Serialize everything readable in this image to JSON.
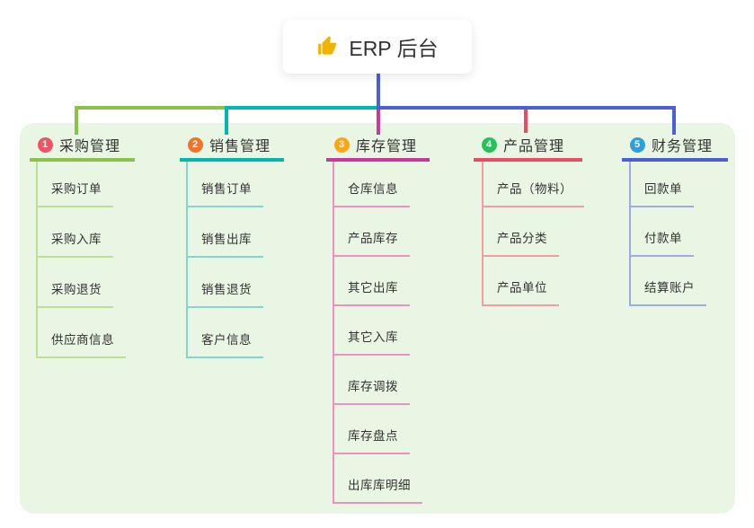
{
  "root": {
    "label": "ERP 后台",
    "icon": "thumbs-up-icon",
    "icon_color": "#f2b200",
    "connector_color": "#4a5fd8"
  },
  "panel": {
    "background_color": "#e8f6e3"
  },
  "branches": [
    {
      "badge": "1",
      "label": "采购管理",
      "badge_color": "#ed5565",
      "line_color": "#8ac24a",
      "child_line_color": "#bcdf94",
      "children": [
        "采购订单",
        "采购入库",
        "采购退货",
        "供应商信息"
      ]
    },
    {
      "badge": "2",
      "label": "销售管理",
      "badge_color": "#f4732c",
      "line_color": "#00b6ae",
      "child_line_color": "#83d6cf",
      "children": [
        "销售订单",
        "销售出库",
        "销售退货",
        "客户信息"
      ]
    },
    {
      "badge": "3",
      "label": "库存管理",
      "badge_color": "#f9a61a",
      "line_color": "#c73a9c",
      "child_line_color": "#f190c0",
      "children": [
        "仓库信息",
        "产品库存",
        "其它出库",
        "其它入库",
        "库存调拨",
        "库存盘点",
        "出库库明细"
      ]
    },
    {
      "badge": "4",
      "label": "产品管理",
      "badge_color": "#28c05c",
      "line_color": "#ea4c62",
      "child_line_color": "#f59ba2",
      "children": [
        "产品（物料）",
        "产品分类",
        "产品单位"
      ]
    },
    {
      "badge": "5",
      "label": "财务管理",
      "badge_color": "#2e9fd9",
      "line_color": "#4a5fd8",
      "child_line_color": "#9cabe8",
      "children": [
        "回款单",
        "付款单",
        "结算账户"
      ]
    }
  ]
}
